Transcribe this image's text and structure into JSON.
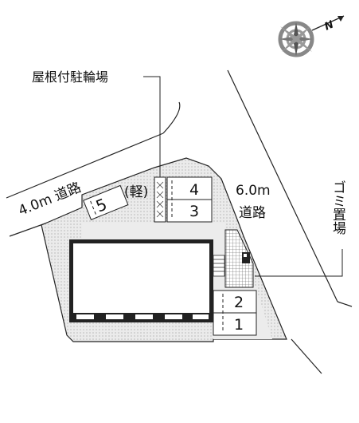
{
  "labels": {
    "bike_parking": "屋根付駐輪場",
    "road_left": "4.0m 道路",
    "road_right_width": "6.0m",
    "road_right_word": "道路",
    "garbage": "ゴミ置場",
    "compass_mark": "N"
  },
  "parking": [
    {
      "number": "5",
      "note": "(軽)"
    },
    {
      "number": "4"
    },
    {
      "number": "3"
    },
    {
      "number": "2"
    },
    {
      "number": "1"
    }
  ],
  "colors": {
    "line": "#222222",
    "lot_fill": "#e9e9e9",
    "building_fill": "#ffffff",
    "hatch": "#cfcfcf"
  }
}
